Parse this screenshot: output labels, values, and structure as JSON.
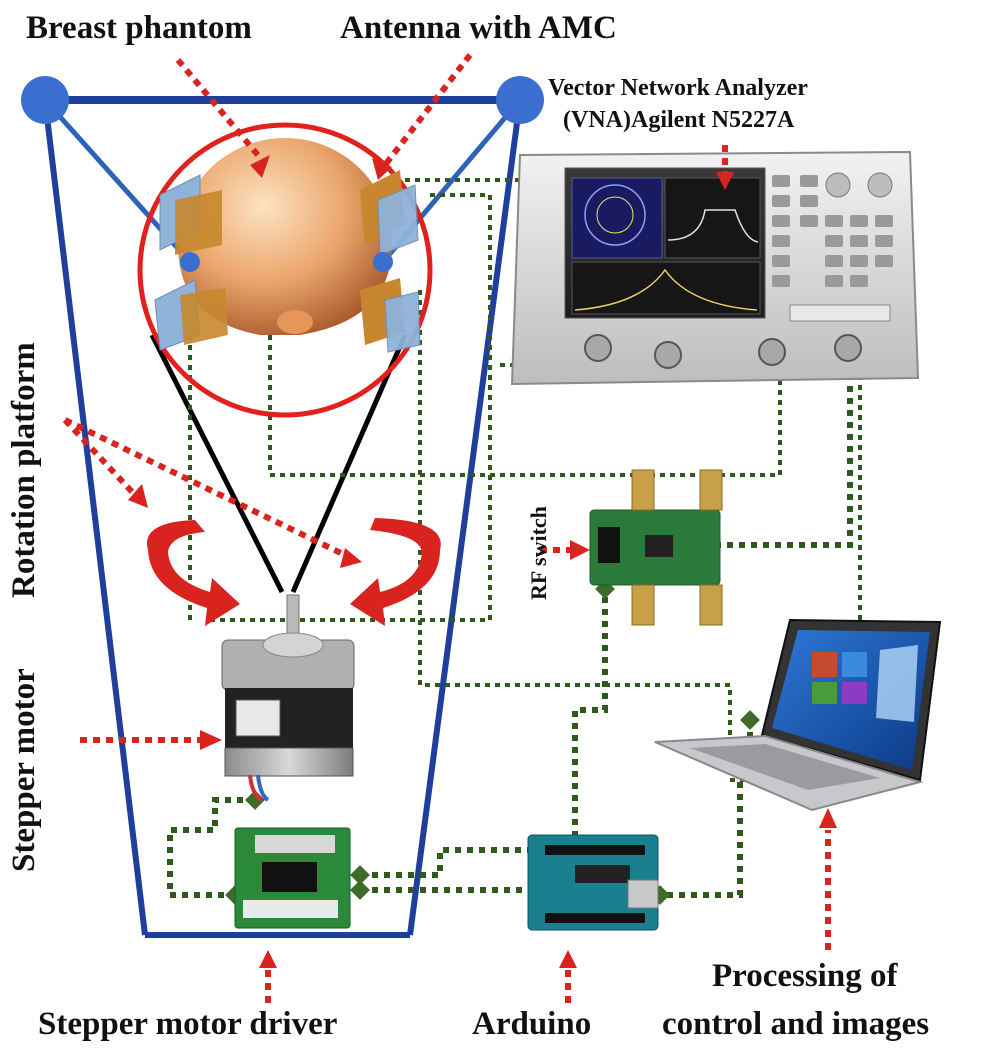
{
  "labels": {
    "breast_phantom": "Breast phantom",
    "antenna_amc": "Antenna with AMC",
    "vna_line1": "Vector Network Analyzer",
    "vna_line2": "(VNA)Agilent N5227A",
    "rotation_platform": "Rotation platform",
    "stepper_motor": "Stepper motor",
    "rf_switch": "RF switch",
    "stepper_driver": "Stepper motor driver",
    "arduino": "Arduino",
    "processing_line1": "Processing of",
    "processing_line2": "control and images"
  },
  "colors": {
    "frame": "#1f3f9c",
    "node": "#3a6fd0",
    "annotation_arrow": "#d9231f",
    "ring": "#e0211d",
    "dotted_link": "#2f5a1e",
    "link_node": "#3d6b2a",
    "phantom": "#e9a870",
    "antenna_patch": "#c8872e",
    "vna_body": "#dcdcdc",
    "pcb_green": "#2a7a3a",
    "arduino_teal": "#1a7f8f",
    "laptop_silver": "#c8c8cc"
  },
  "icons": [
    "dotted-connection",
    "annotation-arrow",
    "rotation-arrow"
  ]
}
